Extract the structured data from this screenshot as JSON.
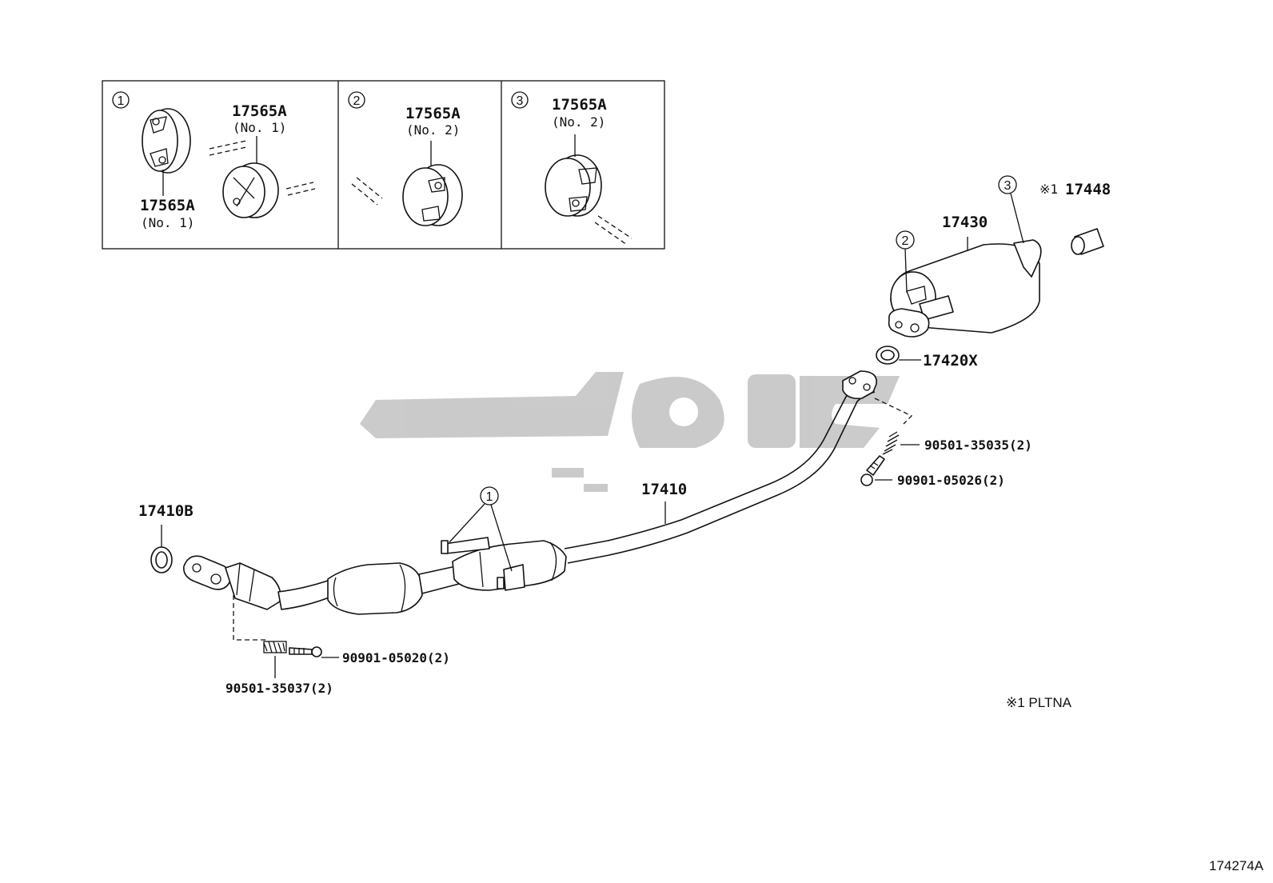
{
  "insets": [
    {
      "marker": "1",
      "labels": [
        {
          "part": "17565A",
          "variant": "(No. 1)"
        },
        {
          "part": "17565A",
          "variant": "(No. 1)"
        }
      ]
    },
    {
      "marker": "2",
      "labels": [
        {
          "part": "17565A",
          "variant": "(No. 2)"
        }
      ]
    },
    {
      "marker": "3",
      "labels": [
        {
          "part": "17565A",
          "variant": "(No. 2)"
        }
      ]
    }
  ],
  "callouts": {
    "front_gasket": "17410B",
    "exhaust_pipe": "17410",
    "muffler": "17430",
    "tail_gasket": "17420X",
    "spring_rear": "90501-35035(2)",
    "bolt_rear": "90901-05026(2)",
    "bolt_front": "90901-05020(2)",
    "spring_front": "90501-35037(2)",
    "tail_tip_prefix": "※1",
    "tail_tip": "17448",
    "hanger_marker_1": "1",
    "hanger_marker_2": "2",
    "hanger_marker_3": "3"
  },
  "footnote": "※1 PLTNA",
  "figure_id": "174274A"
}
